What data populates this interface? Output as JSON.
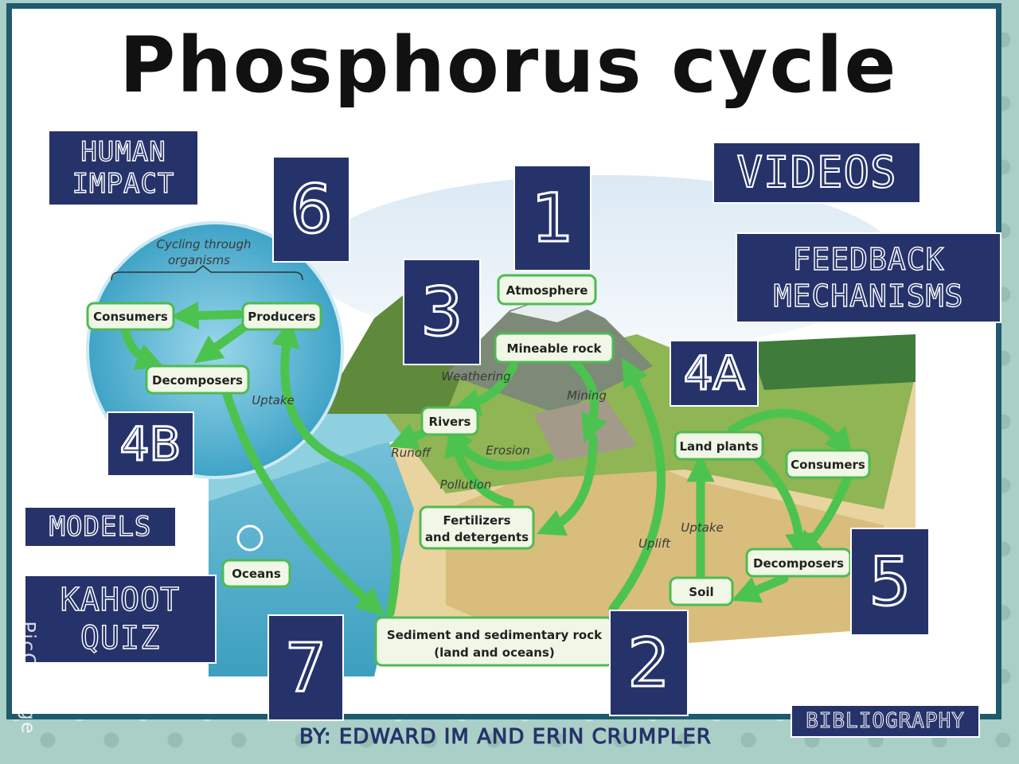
{
  "title": "Phosphorus cycle",
  "nav": {
    "human_impact": "HUMAN\nIMPACT",
    "videos": "VIDEOS",
    "feedback": "FEEDBACK\nMECHANISMS",
    "models": "MODELS",
    "kahoot": "KAHOOT\nQUIZ",
    "bibliography": "BIBLIOGRAPHY"
  },
  "numbers": {
    "n1": "1",
    "n2": "2",
    "n3": "3",
    "n4a": "4A",
    "n4b": "4B",
    "n5": "5",
    "n6": "6",
    "n7": "7"
  },
  "diagram": {
    "cycling": "Cycling through",
    "organisms": "organisms",
    "consumers_water": "Consumers",
    "producers": "Producers",
    "decomposers_water": "Decomposers",
    "uptake_water": "Uptake",
    "atmosphere": "Atmosphere",
    "mineable_rock": "Mineable rock",
    "weathering": "Weathering",
    "mining": "Mining",
    "rivers": "Rivers",
    "runoff": "Runoff",
    "erosion": "Erosion",
    "pollution": "Pollution",
    "fertilizers_1": "Fertilizers",
    "fertilizers_2": "and detergents",
    "land_plants": "Land plants",
    "consumers_land": "Consumers",
    "uptake_land": "Uptake",
    "uplift": "Uplift",
    "decomposers_land": "Decomposers",
    "soil": "Soil",
    "oceans": "Oceans",
    "sediment_1": "Sediment and sedimentary rock",
    "sediment_2": "(land and oceans)"
  },
  "byline": "BY: EDWARD IM AND ERIN CRUMPLER",
  "watermark": "PicCollage",
  "colors": {
    "navy": "#26336a",
    "frame": "#1f5a6e",
    "arrow_green": "#4cc34f",
    "label_fill": "#f1f7e6"
  }
}
